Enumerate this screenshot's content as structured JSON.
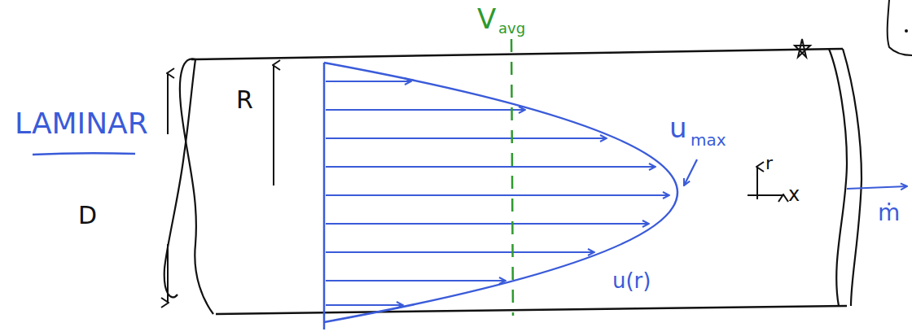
{
  "diagram": {
    "labels": [
      "LAMINAR",
      "R",
      "D",
      "V",
      "avg",
      "u",
      "max",
      "u(r)",
      "r",
      "x",
      "ṁ"
    ]
  }
}
